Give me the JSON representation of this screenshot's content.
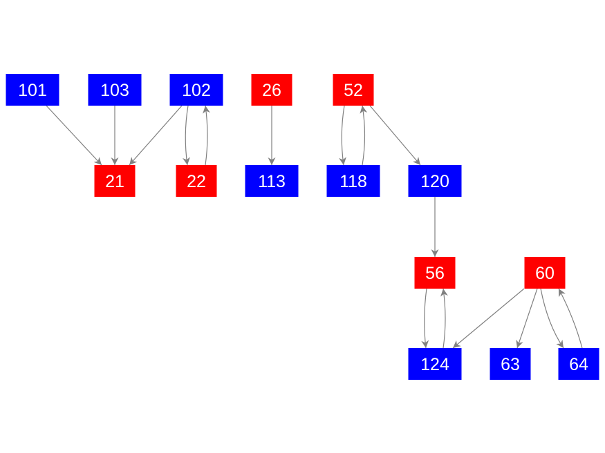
{
  "colors": {
    "red": "#ff0000",
    "blue": "#0000ff",
    "edge": "#808080"
  },
  "nodes": [
    {
      "id": "101",
      "label": "101",
      "color": "blue"
    },
    {
      "id": "103",
      "label": "103",
      "color": "blue"
    },
    {
      "id": "102",
      "label": "102",
      "color": "blue"
    },
    {
      "id": "26",
      "label": "26",
      "color": "red"
    },
    {
      "id": "52",
      "label": "52",
      "color": "red"
    },
    {
      "id": "21",
      "label": "21",
      "color": "red"
    },
    {
      "id": "22",
      "label": "22",
      "color": "red"
    },
    {
      "id": "113",
      "label": "113",
      "color": "blue"
    },
    {
      "id": "118",
      "label": "118",
      "color": "blue"
    },
    {
      "id": "120",
      "label": "120",
      "color": "blue"
    },
    {
      "id": "56",
      "label": "56",
      "color": "red"
    },
    {
      "id": "60",
      "label": "60",
      "color": "red"
    },
    {
      "id": "124",
      "label": "124",
      "color": "blue"
    },
    {
      "id": "63",
      "label": "63",
      "color": "blue"
    },
    {
      "id": "64",
      "label": "64",
      "color": "blue"
    }
  ],
  "edges": [
    {
      "from": "101",
      "to": "21"
    },
    {
      "from": "103",
      "to": "21"
    },
    {
      "from": "102",
      "to": "21"
    },
    {
      "from": "102",
      "to": "22"
    },
    {
      "from": "22",
      "to": "102"
    },
    {
      "from": "26",
      "to": "113"
    },
    {
      "from": "52",
      "to": "118"
    },
    {
      "from": "118",
      "to": "52"
    },
    {
      "from": "52",
      "to": "120"
    },
    {
      "from": "120",
      "to": "56"
    },
    {
      "from": "56",
      "to": "124"
    },
    {
      "from": "124",
      "to": "56"
    },
    {
      "from": "60",
      "to": "124"
    },
    {
      "from": "60",
      "to": "63"
    },
    {
      "from": "60",
      "to": "64"
    },
    {
      "from": "64",
      "to": "60"
    }
  ]
}
